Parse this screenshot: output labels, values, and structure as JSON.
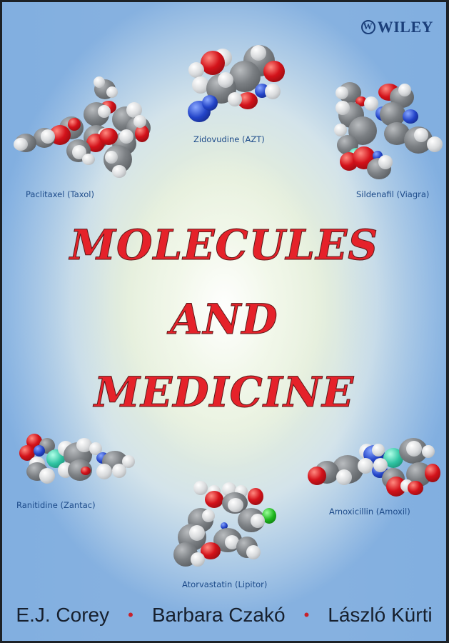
{
  "publisher": {
    "name": "WILEY",
    "logo_icon": "wiley-logo-icon"
  },
  "title": {
    "line1": "MOLECULES",
    "line2": "AND",
    "line3": "MEDICINE"
  },
  "molecules": [
    {
      "label": "Zidovudine (AZT)"
    },
    {
      "label": "Paclitaxel (Taxol)"
    },
    {
      "label": "Sildenafil (Viagra)"
    },
    {
      "label": "Ranitidine (Zantac)"
    },
    {
      "label": "Amoxicillin (Amoxil)"
    },
    {
      "label": "Atorvastatin (Lipitor)"
    }
  ],
  "authors": [
    "E.J. Corey",
    "Barbara Czakó",
    "László Kürti"
  ],
  "author_separator": "•",
  "colors": {
    "title_red": "#e5222a",
    "caption_blue": "#1d4b8a",
    "background_blue": "#86b1e0",
    "background_center": "#eef4e4",
    "author_text": "#17202e",
    "separator_red": "#c8202a"
  }
}
